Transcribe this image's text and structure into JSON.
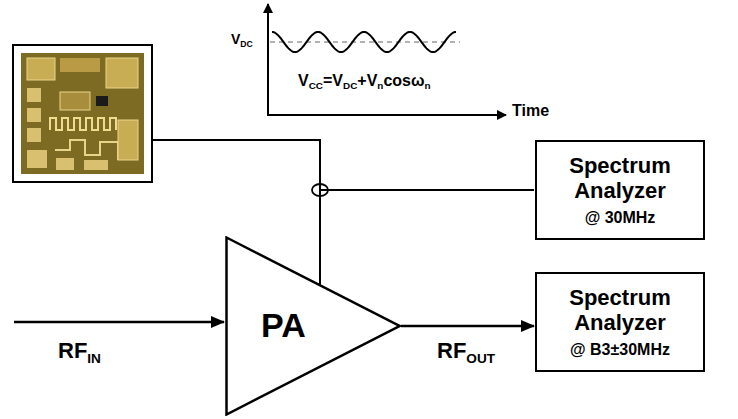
{
  "diagram": {
    "nodes": [
      {
        "text": [
          "Spectrum Analyzer",
          "@ 30MHz"
        ]
      },
      {
        "text": [
          "PA"
        ]
      },
      {
        "text": [
          "Spectrum Analyzer",
          "@ B3±30MHz"
        ]
      }
    ],
    "edges": [
      {
        "from": 1,
        "to": 0,
        "arrow": "none"
      },
      {
        "from": 1,
        "to": 2,
        "arrow": "to",
        "label": "RFOUT"
      }
    ],
    "labels": [
      "VDC",
      "VCC=VDC+Vncosωn",
      "Time",
      "RFIN"
    ]
  }
}
